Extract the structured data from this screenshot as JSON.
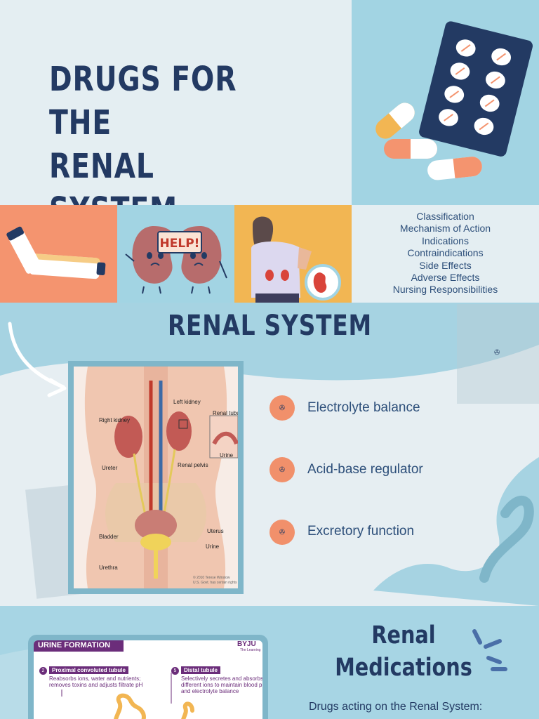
{
  "header": {
    "title_line1": "DRUGS FOR THE",
    "title_line2": "RENAL SYSTEM"
  },
  "tiles": {
    "kidney_sign": "HELP!"
  },
  "topics": [
    "Classification",
    "Mechanism of Action",
    "Indications",
    "Contraindications",
    "Side Effects",
    "Adverse Effects",
    "Nursing Responsibilities"
  ],
  "renal_system": {
    "title": "RENAL SYSTEM",
    "corner_glyph": "✇",
    "bullet_glyph": "✇",
    "bullets": [
      "Electrolyte balance",
      "Acid-base regulator",
      "Excretory function"
    ],
    "diagram_labels": {
      "right_kidney": "Right kidney",
      "left_kidney": "Left kidney",
      "renal_tubule": "Renal tubule",
      "ureter": "Ureter",
      "renal_pelvis": "Renal pelvis",
      "urine_inset": "Urine",
      "bladder": "Bladder",
      "uterus": "Uterus",
      "urine": "Urine",
      "urethra": "Urethra",
      "copyright": "© 2010 Terese Winslow",
      "copyright2": "U.S. Govt. has certain rights"
    }
  },
  "medications": {
    "title_line1": "Renal",
    "title_line2": "Medications",
    "subtitle": "Drugs acting on the Renal System:",
    "card": {
      "header": "URINE FORMATION",
      "brand": "BYJU",
      "brand_sub": "The Learning",
      "step2_num": "2",
      "step2_title": "Proximal convoluted tubule",
      "step2_text1": "Reabsorbs ions, water and nutrients;",
      "step2_text2": "removes toxins and adjusts filtrate pH",
      "step5_num": "5",
      "step5_title": "Distal tubule",
      "step5_text1": "Selectively secretes and absorbs",
      "step5_text2": "different ions to maintain blood pH",
      "step5_text3": "and electrolyte balance"
    }
  },
  "colors": {
    "navy": "#233a63",
    "light_blue": "#a2d4e3",
    "salmon": "#f4946f",
    "mustard": "#f2b653",
    "pale": "#e4eef2"
  }
}
